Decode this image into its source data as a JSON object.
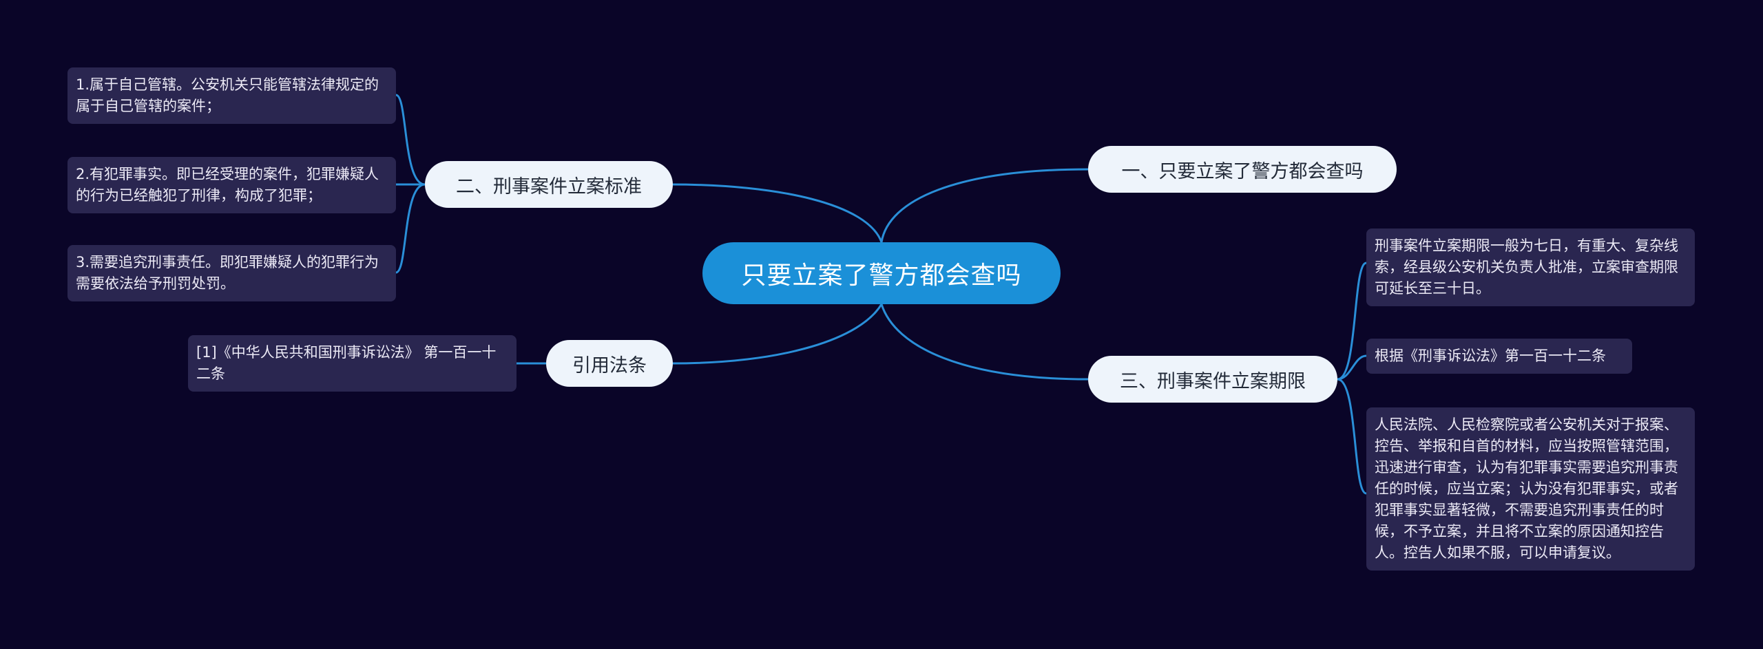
{
  "root": {
    "label": "只要立案了警方都会查吗"
  },
  "branches": {
    "b1": {
      "label": "一、只要立案了警方都会查吗"
    },
    "b2": {
      "label": "二、刑事案件立案标准",
      "items": [
        "1.属于自己管辖。公安机关只能管辖法律规定的属于自己管辖的案件；",
        "2.有犯罪事实。即已经受理的案件，犯罪嫌疑人的行为已经触犯了刑律，构成了犯罪；",
        "3.需要追究刑事责任。即犯罪嫌疑人的犯罪行为需要依法给予刑罚处罚。"
      ]
    },
    "b3": {
      "label": "三、刑事案件立案期限",
      "items": [
        "刑事案件立案期限一般为七日，有重大、复杂线索，经县级公安机关负责人批准，立案审查期限可延长至三十日。",
        "根据《刑事诉讼法》第一百一十二条",
        "人民法院、人民检察院或者公安机关对于报案、控告、举报和自首的材料，应当按照管辖范围，迅速进行审查，认为有犯罪事实需要追究刑事责任的时候，应当立案；认为没有犯罪事实，或者犯罪事实显著轻微，不需要追究刑事责任的时候，不予立案，并且将不立案的原因通知控告人。控告人如果不服，可以申请复议。"
      ]
    },
    "b4": {
      "label": "引用法条",
      "items": [
        "[1]《中华人民共和国刑事诉讼法》 第一百一十二条"
      ]
    }
  },
  "colors": {
    "background": "#0a0528",
    "root": "#1b90d8",
    "branch": "#eef4fb",
    "leaf": "#2a2650",
    "connector": "#2a8fd8"
  }
}
